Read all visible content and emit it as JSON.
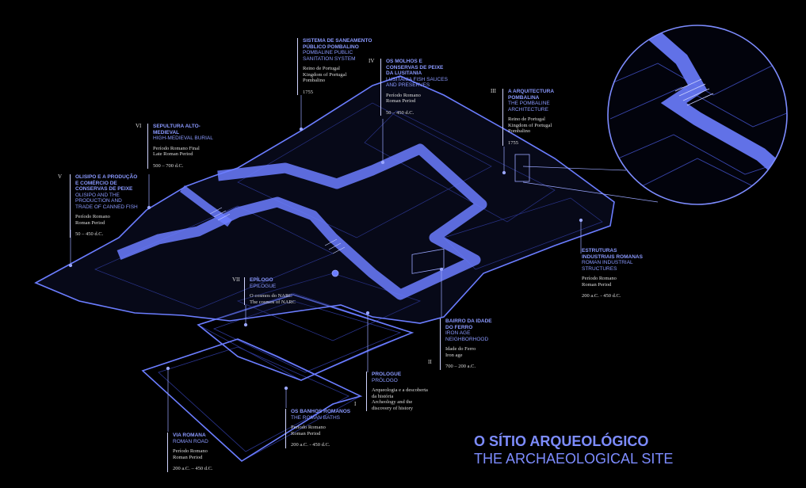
{
  "title": {
    "pt": "O SÍTIO ARQUEOLÓGICO",
    "en": "THE ARCHAEOLOGICAL SITE"
  },
  "labels": [
    {
      "id": "saneamento",
      "num": "",
      "title": "SISTEMA DE SANEAMENTO PÚBLICO POMBALINO",
      "en": "POMBALINE PUBLIC SANITATION SYSTEM",
      "period": "Reino de Portugal\nKingdom of Portugal\nPombalino",
      "date": "1755"
    },
    {
      "id": "molhos",
      "num": "IV",
      "title": "OS MOLHOS E CONSERVAS DE PEIXE DA LUSITANIA",
      "en": "LUSITANIA FISH SAUCES AND PRESERVES",
      "period": "Período Romano\nRoman Period",
      "date": "50 – 450 d.C."
    },
    {
      "id": "pombalina",
      "num": "III",
      "title": "A ARQUITECTURA POMBALINA",
      "en": "THE POMBALINE ARCHITECTURE",
      "period": "Reino de Portugal\nKingdom of Portugal\nPombalino",
      "date": "1755"
    },
    {
      "id": "sepultura",
      "num": "VI",
      "title": "SEPULTURA ALTO-MEDIEVAL",
      "en": "HIGH-MEDIEVAL BURIAL",
      "period": "Período Romano Final\nLate Roman Period",
      "date": "500 – 700 d.C."
    },
    {
      "id": "olisipo",
      "num": "V",
      "title": "OLISIPO E A PRODUÇÃO E COMÉRCIO DE CONSERVAS DE PEIXE",
      "en": "OLISIPO AND THE PRODUCTION AND TRADE OF CANNED FISH",
      "period": "Período Romano\nRoman Period",
      "date": "50 – 450 d.C."
    },
    {
      "id": "estruturas",
      "num": "",
      "title": "ESTRUTURAS INDUSTRIAIS ROMANAS",
      "en": "ROMAN INDUSTRIAL STRUCTURES",
      "period": "Período Romano\nRoman Period",
      "date": "200 a.C. - 450 d.C."
    },
    {
      "id": "epilogo",
      "num": "VII",
      "title": "EPÍLOGO",
      "en": "EPILOGUE",
      "period": "O cosmos do NARC\nThe cosmos of NARC",
      "date": ""
    },
    {
      "id": "bairro",
      "num": "II",
      "title": "BAIRRO DA IDADE DO FERRO",
      "en": "IRON AGE NEIGHBORHOOD",
      "period": "Idade do Ferro\nIron age",
      "date": "700 – 200 a.C."
    },
    {
      "id": "prologue",
      "num": "I",
      "title": "PROLOGUE",
      "en": "PRÓLOGO",
      "period": "Arqueologia e a descoberta da história\nArcheology and the discovery of history",
      "date": ""
    },
    {
      "id": "banhos",
      "num": "",
      "title": "OS BANHOS ROMANOS",
      "en": "THE ROMAN BATHS",
      "period": "Período Romano\nRoman Period",
      "date": "200 a.C. - 450 d.C."
    },
    {
      "id": "via",
      "num": "",
      "title": "VIA ROMANA",
      "en": "ROMAN ROAD",
      "period": "Período Romano\nRoman Period",
      "date": "200 a.C. – 450 d.C."
    }
  ],
  "colors": {
    "accent": "#7d8cff",
    "path": "#6b7dff",
    "outline": "#5d6ff5",
    "bg": "#000000"
  }
}
